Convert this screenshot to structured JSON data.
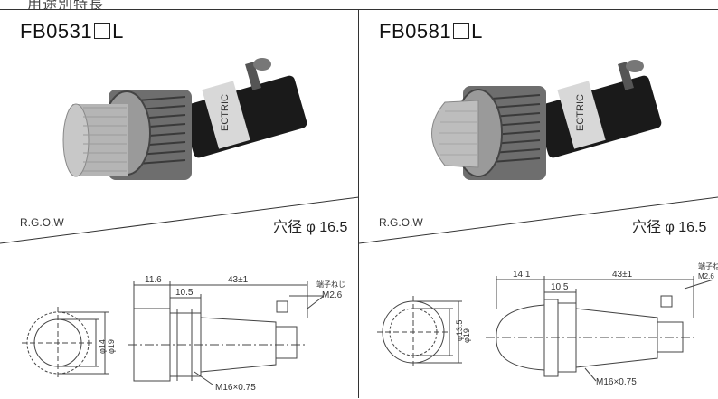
{
  "header": {
    "text": "用途別特長"
  },
  "panels": [
    {
      "model_prefix": "FB0531",
      "model_suffix": "L",
      "photo_label": "ECTRIC",
      "colors": "R.G.O.W",
      "hole_diameter": "穴径 φ 16.5",
      "dimensions": {
        "offset": "11.6",
        "length": "43±1",
        "flange": "10.5",
        "terminal_screw_label": "端子ねじ",
        "terminal_screw": "M2.6",
        "dia_inner": "φ14",
        "dia_outer": "φ19",
        "thread": "M16×0.75"
      }
    },
    {
      "model_prefix": "FB0581",
      "model_suffix": "L",
      "photo_label": "ECTRIC",
      "colors": "R.G.O.W",
      "hole_diameter": "穴径 φ 16.5",
      "dimensions": {
        "offset": "14.1",
        "length": "43±1",
        "flange": "10.5",
        "terminal_screw_label": "端子ね",
        "terminal_screw": "M2.6",
        "dia_inner": "φ13.5",
        "dia_outer": "φ19",
        "thread": "M16×0.75"
      }
    }
  ]
}
